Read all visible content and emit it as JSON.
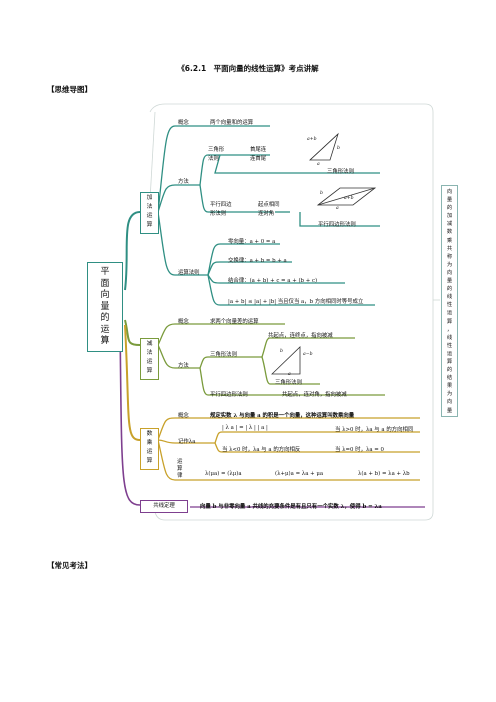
{
  "title": "《6.2.1　平面向量的线性运算》考点讲解",
  "section_mindmap": "【思维导图】",
  "section_exam": "【常见考法】",
  "root": [
    "平",
    "面",
    "向",
    "量",
    "的",
    "运",
    "算"
  ],
  "side_note": [
    "向",
    "量",
    "的",
    "加",
    "减",
    "数",
    "乘",
    "共",
    "称",
    "为",
    "向",
    "量",
    "的",
    "线",
    "性",
    "运",
    "算",
    "，",
    "线",
    "性",
    "运",
    "算",
    "的",
    "结",
    "果",
    "为",
    "向",
    "量"
  ],
  "add": {
    "label": [
      "加",
      "法",
      "运",
      "算"
    ],
    "concept_label": "概念",
    "concept": "两个向量和的运算",
    "method_label": "方法",
    "triangle_rule_a": "三角形",
    "triangle_rule_b": "法则",
    "triangle_desc_a": "首尾连",
    "triangle_desc_b": "连首尾",
    "triangle_caption": "三角形法则",
    "parallelogram_rule_a": "平行四边",
    "parallelogram_rule_b": "形法则",
    "parallelogram_desc_a": "起点相同",
    "parallelogram_desc_b": "连对角",
    "parallelogram_caption": "平行四边形法则",
    "law_label": "运算法则",
    "law_zero": "零向量：a + 0 = a",
    "law_commutative": "交换律：a + b = b + a",
    "law_associative": "结合律：(a + b) + c = a + (b + c)",
    "law_inequality": "|a + b| ≤ |a| + |b| 当且仅当 a，b 方向相同时等号成立",
    "tri_labels": {
      "sum": "a+b",
      "b": "b",
      "a": "a"
    },
    "par_labels": {
      "b": "b",
      "sum": "a+b",
      "a": "a"
    }
  },
  "sub": {
    "label": [
      "减",
      "法",
      "运",
      "算"
    ],
    "concept_label": "概念",
    "concept": "求两个向量差的运算",
    "method_label": "方法",
    "triangle_rule": "三角形法则",
    "triangle_desc_a": "共起点，连终点，指向被减",
    "triangle_caption": "三角形法则",
    "parallelogram_rule": "平行四边形法则",
    "parallelogram_desc": "共起点，连对角，指向被减",
    "tri_labels": {
      "b": "b",
      "diff": "a−b",
      "a": "a"
    }
  },
  "mul": {
    "label": [
      "数",
      "乘",
      "运",
      "算"
    ],
    "concept_label": "概念",
    "concept": "规定实数 λ 与向量 a 的积是一个向量，这种运算叫数乘向量",
    "notation_label": "记作λa",
    "notation_abs": "| λ a | = | λ | | a |",
    "case_pos": "当 λ>0 时，λa 与 a 的方向相同",
    "case_neg": "当 λ<0 时，λa 与 a 的方向相反",
    "case_zero": "当 λ=0 时，λa = 0",
    "law_label": [
      "运",
      "算",
      "律"
    ],
    "law_1": "λ(μa) = (λμ)a",
    "law_2": "(λ+μ)a = λa + μa",
    "law_3": "λ(a + b) = λa + λb"
  },
  "collinear": {
    "label": "共线定理",
    "text": "向量 b 与非零向量 a 共线的充要条件是有且只有一个实数 λ，使得 b = λa"
  }
}
